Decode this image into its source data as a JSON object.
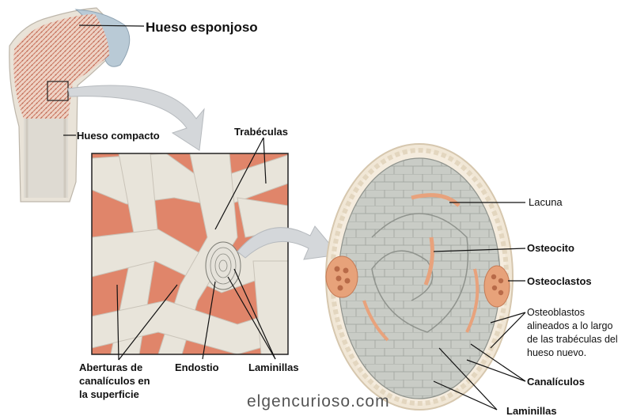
{
  "labels": {
    "hueso_esponjoso": "Hueso esponjoso",
    "hueso_compacto": "Hueso compacto",
    "trabeculas": "Trabéculas",
    "aberturas": [
      "Aberturas de",
      "canalículos en",
      "la superficie"
    ],
    "endostio": "Endostio",
    "laminillas_mid": "Laminillas",
    "lacuna": "Lacuna",
    "osteocito": "Osteocito",
    "osteoclastos": "Osteoclastos",
    "osteoblastos": [
      "Osteoblastos",
      "alineados a lo largo",
      "de las trabéculas del",
      "hueso nuevo."
    ],
    "canaliculos": "Canalículos",
    "laminillas_right": "Laminillas"
  },
  "watermark": "elgencurioso.com",
  "colors": {
    "marrow": "#e0856a",
    "bone": "#e6e2d8",
    "spongy": "#c9705a",
    "cartilage": "#b9cad6",
    "cell_gray": "#c8cac4",
    "osteoclast": "#e7a27a",
    "arrow": "#d2d5d8"
  }
}
